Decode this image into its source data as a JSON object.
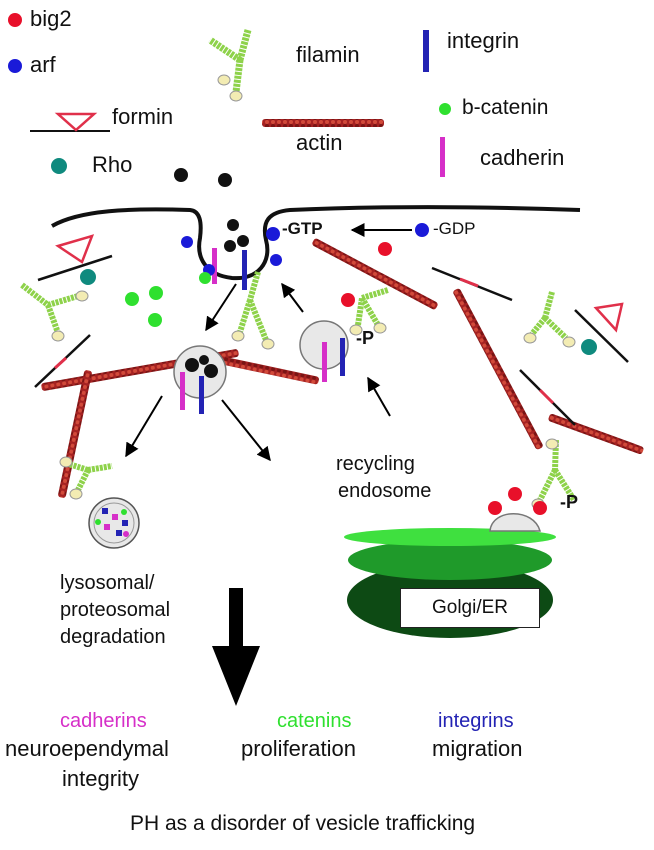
{
  "legend": {
    "big2": "big2",
    "arf": "arf",
    "formin": "formin",
    "rho": "Rho",
    "filamin": "filamin",
    "integrin": "integrin",
    "actin": "actin",
    "b_catenin": "b-catenin",
    "cadherin": "cadherin"
  },
  "labels": {
    "gtp": "-GTP",
    "gdp": "-GDP",
    "phospho_1": "-P",
    "phospho_2": "-P",
    "recycling_1": "recycling",
    "recycling_2": "endosome",
    "golgi": "Golgi/ER",
    "lyso_1": "lysosomal/",
    "lyso_2": "proteosomal",
    "lyso_3": "degradation"
  },
  "outcomes": {
    "cadherins": "cadherins",
    "catenins": "catenins",
    "integrins": "integrins",
    "neuro_1": "neuroependymal",
    "neuro_2": "integrity",
    "proliferation": "proliferation",
    "migration": "migration"
  },
  "caption": "PH as a disorder of vesicle trafficking",
  "colors": {
    "big2": "#e8102a",
    "arf": "#1a1ad8",
    "rho": "#0f8a7e",
    "catenin": "#2fe02f",
    "cadherin": "#d62fc8",
    "integrin": "#2323b4",
    "actin": "#b22a2a",
    "filamin": "#8ed24a",
    "formin": "#e0304a",
    "golgi_light": "#3fe03f",
    "golgi_mid": "#1f9a2a",
    "golgi_dark": "#0d4a14"
  }
}
